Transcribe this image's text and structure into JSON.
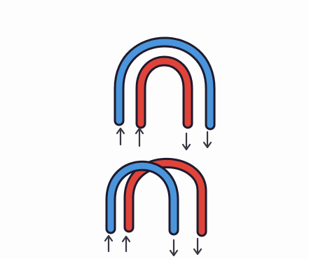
{
  "colors": {
    "background": "#fdfdfd",
    "blue_band": "#4a95dc",
    "red_band": "#e0433a",
    "outline": "#1e1a2c",
    "arrow": "#3a3542"
  },
  "diagrams": [
    {
      "name": "nested-arches",
      "bands": [
        "blue",
        "red"
      ],
      "arrows": [
        "up",
        "up",
        "down",
        "down"
      ]
    },
    {
      "name": "overlapping-arches",
      "bands": [
        "blue",
        "red"
      ],
      "arrows": [
        "up",
        "up",
        "down",
        "down"
      ]
    }
  ]
}
